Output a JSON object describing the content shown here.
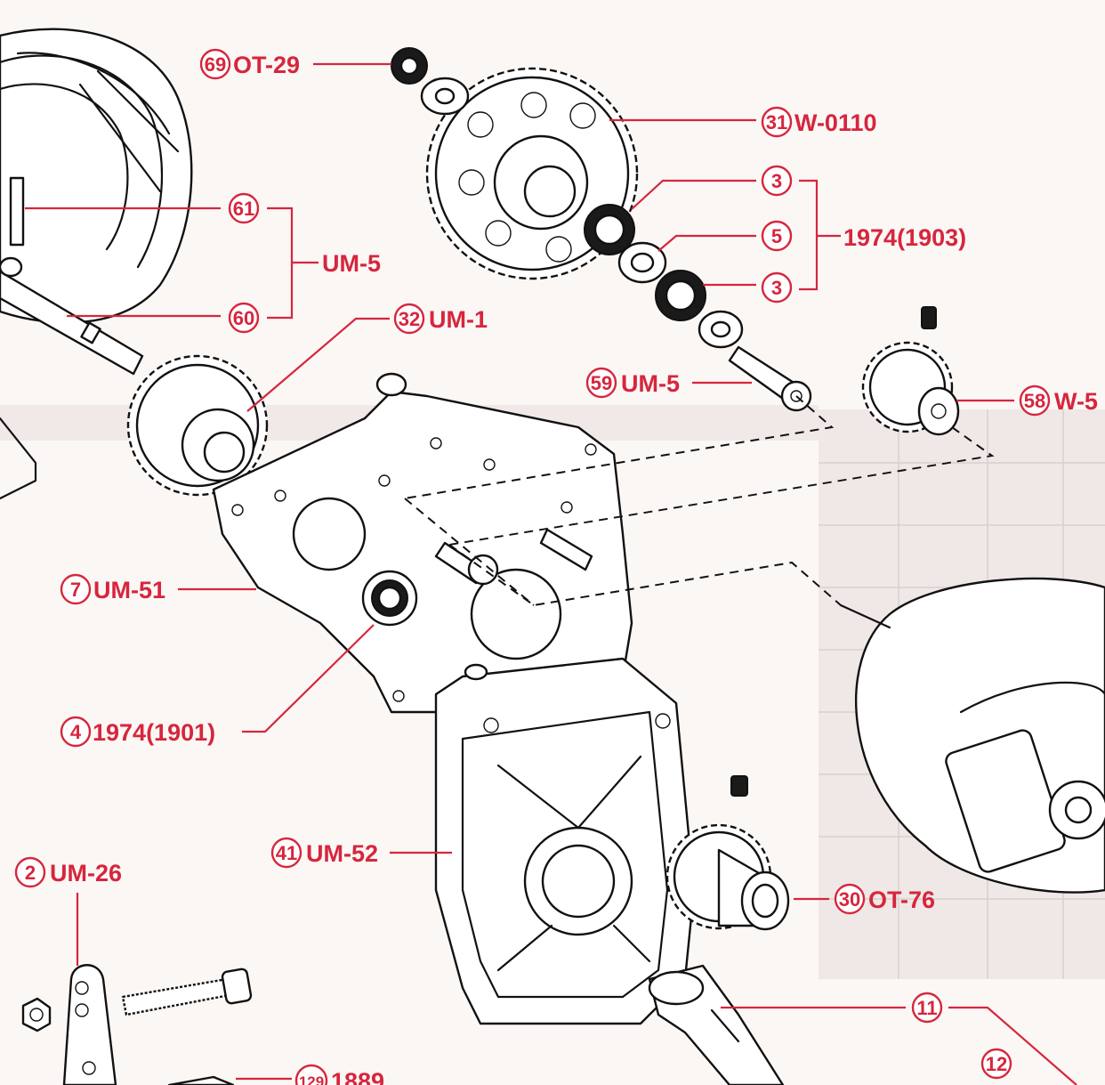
{
  "callouts": {
    "c69": {
      "num": "69",
      "code": "OT-29"
    },
    "c31": {
      "num": "31",
      "code": "W-0110"
    },
    "c3a": {
      "num": "3"
    },
    "c5": {
      "num": "5"
    },
    "c3b": {
      "num": "3"
    },
    "group_1974": {
      "code": "1974(1903)"
    },
    "c61": {
      "num": "61"
    },
    "c60": {
      "num": "60"
    },
    "group_um5": {
      "code": "UM-5"
    },
    "c32": {
      "num": "32",
      "code": "UM-1"
    },
    "c59": {
      "num": "59",
      "code": "UM-5"
    },
    "c58": {
      "num": "58",
      "code": "W-5"
    },
    "c7": {
      "num": "7",
      "code": "UM-51"
    },
    "c4": {
      "num": "4",
      "code": "1974(1901)"
    },
    "c41": {
      "num": "41",
      "code": "UM-52"
    },
    "c2": {
      "num": "2",
      "code": "UM-26"
    },
    "c30": {
      "num": "30",
      "code": "OT-76"
    },
    "c11": {
      "num": "11"
    },
    "c12": {
      "num": "12"
    },
    "c129": {
      "num": "129",
      "code": "1889"
    }
  },
  "colors": {
    "callout_red": "#d6263d",
    "line_art": "#111111",
    "paper": "#fbf7f5"
  }
}
